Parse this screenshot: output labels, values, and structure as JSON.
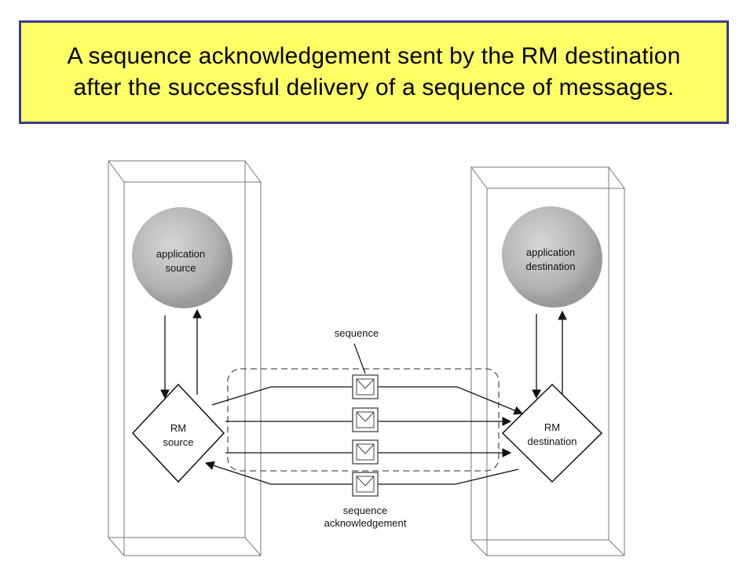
{
  "title": {
    "text": "A sequence acknowledgement sent by the RM destination after the successful delivery of a sequence of messages."
  },
  "diagram": {
    "application_source": [
      "application",
      "source"
    ],
    "application_destination": [
      "application",
      "destination"
    ],
    "rm_source": [
      "RM",
      "source"
    ],
    "rm_destination": [
      "RM",
      "destination"
    ],
    "sequence_label": "sequence",
    "ack_label": [
      "sequence",
      "acknowledgement"
    ]
  },
  "colors": {
    "title_background": "#ffff66",
    "title_border": "#3b3b8f",
    "circle_fill": "#b8b8b8"
  }
}
